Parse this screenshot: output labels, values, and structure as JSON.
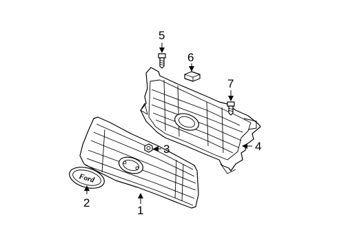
{
  "diagram": {
    "callouts": {
      "grille": "1",
      "emblem": "2",
      "nut": "3",
      "upper_grille": "4",
      "bolt_upper": "5",
      "clip": "6",
      "bolt_right": "7"
    },
    "emblem_text": "Ford"
  }
}
